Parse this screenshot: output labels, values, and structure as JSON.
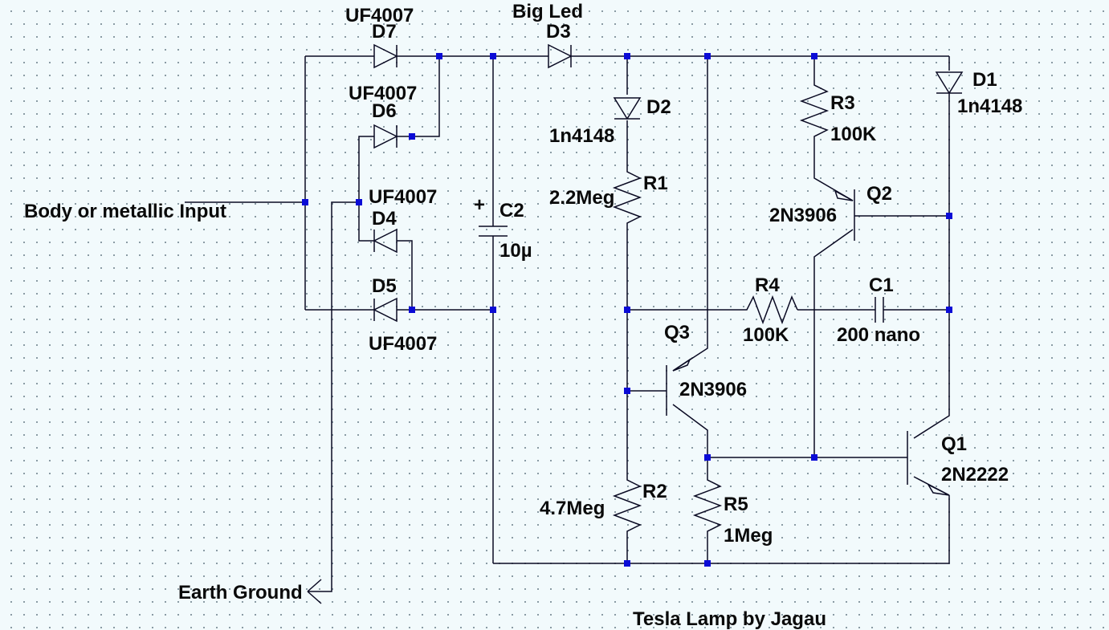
{
  "title": "Tesla Lamp by Jagau",
  "labels": {
    "input": "Body or metallic Input",
    "ground": "Earth Ground",
    "plus": "+"
  },
  "components": {
    "D7": {
      "name": "D7",
      "value": "UF4007"
    },
    "D6": {
      "name": "D6",
      "value": "UF4007"
    },
    "D4": {
      "name": "D4",
      "value": "UF4007"
    },
    "D5": {
      "name": "D5",
      "value": "UF4007"
    },
    "D3": {
      "name": "D3",
      "value": "Big Led"
    },
    "D2": {
      "name": "D2",
      "value": "1n4148"
    },
    "D1": {
      "name": "D1",
      "value": "1n4148"
    },
    "R1": {
      "name": "R1",
      "value": "2.2Meg"
    },
    "R2": {
      "name": "R2",
      "value": "4.7Meg"
    },
    "R3": {
      "name": "R3",
      "value": "100K"
    },
    "R4": {
      "name": "R4",
      "value": "100K"
    },
    "R5": {
      "name": "R5",
      "value": "1Meg"
    },
    "C1": {
      "name": "C1",
      "value": "200 nano"
    },
    "C2": {
      "name": "C2",
      "value": "10µ"
    },
    "Q1": {
      "name": "Q1",
      "value": "2N2222"
    },
    "Q2": {
      "name": "Q2",
      "value": "2N3906"
    },
    "Q3": {
      "name": "Q3",
      "value": "2N3906"
    }
  }
}
